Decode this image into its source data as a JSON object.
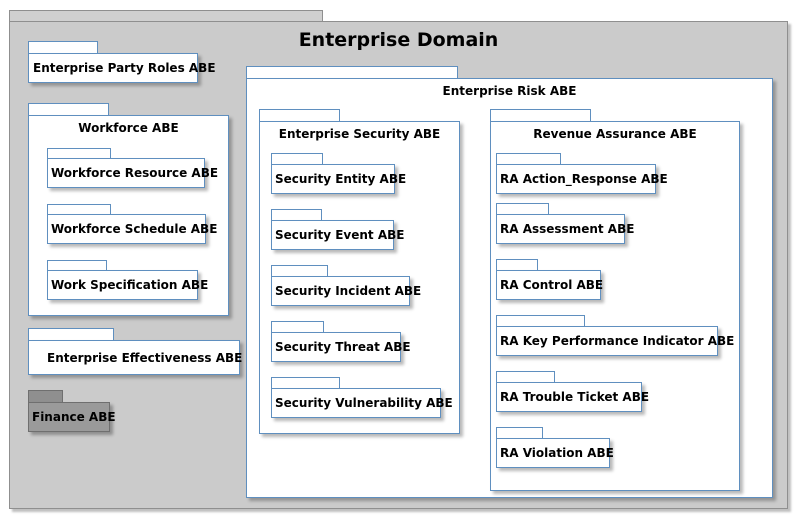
{
  "diagram": {
    "enterprise_domain": "Enterprise Domain",
    "party_roles": "Enterprise Party Roles ABE",
    "workforce": {
      "title": "Workforce ABE",
      "items": [
        "Workforce Resource ABE",
        "Workforce Schedule ABE",
        "Work Specification ABE"
      ]
    },
    "effectiveness": "Enterprise Effectiveness ABE",
    "finance": "Finance ABE",
    "risk": {
      "title": "Enterprise Risk ABE",
      "security": {
        "title": "Enterprise Security ABE",
        "items": [
          "Security Entity ABE",
          "Security Event ABE",
          "Security Incident ABE",
          "Security Threat ABE",
          "Security Vulnerability ABE"
        ]
      },
      "revenue": {
        "title": "Revenue Assurance ABE",
        "items": [
          "RA Action_Response ABE",
          "RA Assessment ABE",
          "RA Control ABE",
          "RA Key Performance Indicator ABE",
          "RA Trouble Ticket ABE",
          "RA Violation ABE"
        ]
      }
    }
  }
}
